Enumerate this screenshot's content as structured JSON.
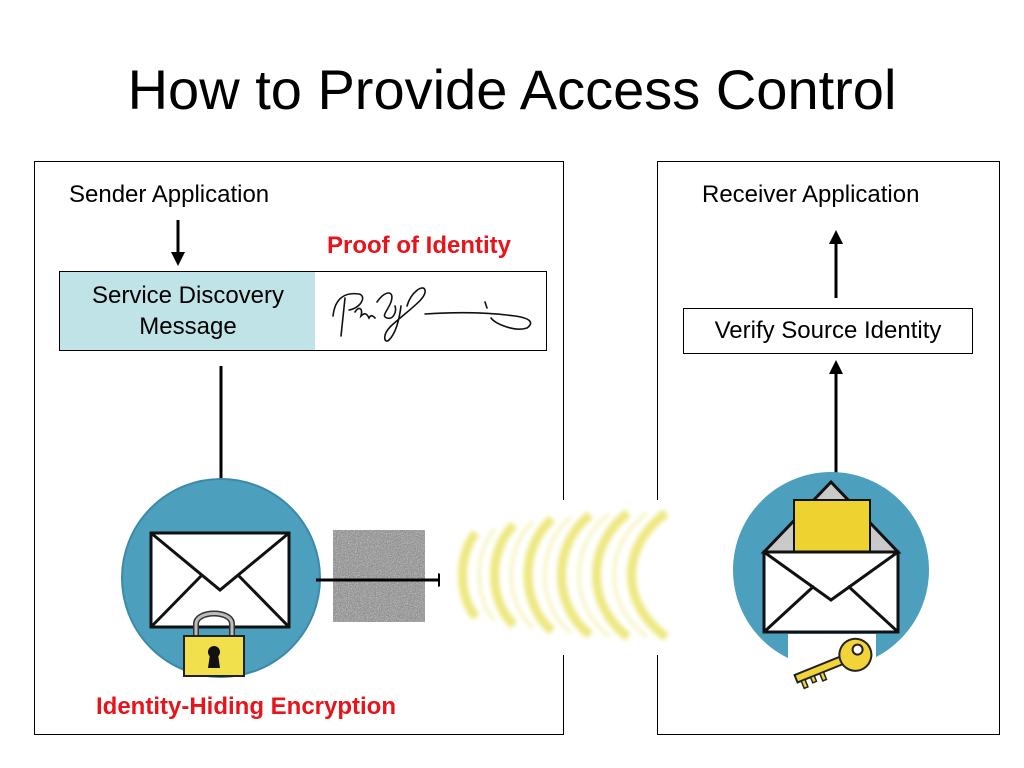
{
  "title": "How to Provide Access Control",
  "sender": {
    "title": "Sender Application",
    "message_line1": "Service Discovery",
    "message_line2": "Message",
    "proof_label": "Proof of Identity",
    "encryption_label": "Identity-Hiding Encryption"
  },
  "receiver": {
    "title": "Receiver Application",
    "verify_label": "Verify Source Identity"
  },
  "colors": {
    "highlight_red": "#e8141c",
    "message_fill": "#bfe3e6",
    "circle_teal": "#4ca0bd",
    "lock_yellow": "#f1e04b",
    "wave_yellow": "#ece77a",
    "letter_yellow": "#eed230",
    "key_yellow": "#f2d33a"
  },
  "icons": [
    "down-arrow-icon",
    "signature-icon",
    "envelope-icon",
    "padlock-icon",
    "noise-icon",
    "signal-waves-icon",
    "open-envelope-icon",
    "key-icon",
    "up-arrow-icon"
  ]
}
